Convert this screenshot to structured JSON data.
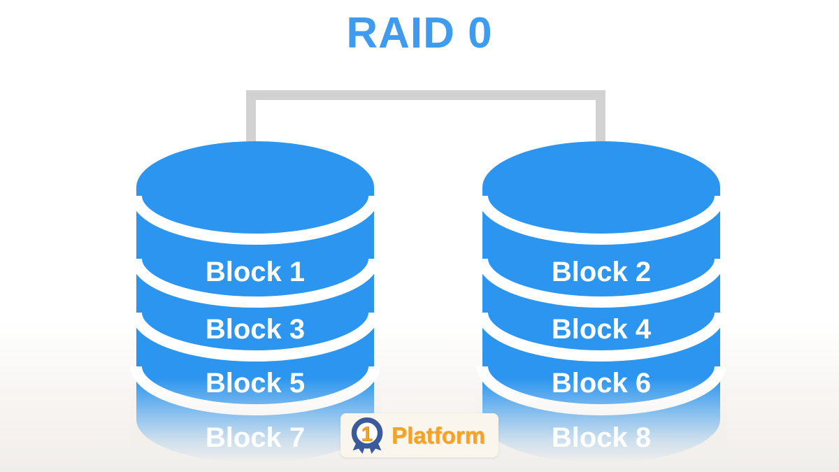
{
  "title": {
    "text": "RAID 0",
    "color": "#3e9bee"
  },
  "diagram": {
    "type": "raid0-striping",
    "connector_color": "#d2d2d2",
    "disk_color": "#2b95ef",
    "separator_color": "#ffffff",
    "disks": [
      {
        "blocks": [
          "Block 1",
          "Block 3",
          "Block 5",
          "Block 7"
        ]
      },
      {
        "blocks": [
          "Block 2",
          "Block 4",
          "Block 6",
          "Block 8"
        ]
      }
    ]
  },
  "watermark": {
    "badge_number": "1",
    "text": "Platform",
    "text_color": "#f5a326",
    "ring_color": "#3a5a9b",
    "card_background": "#fbf6ed"
  }
}
